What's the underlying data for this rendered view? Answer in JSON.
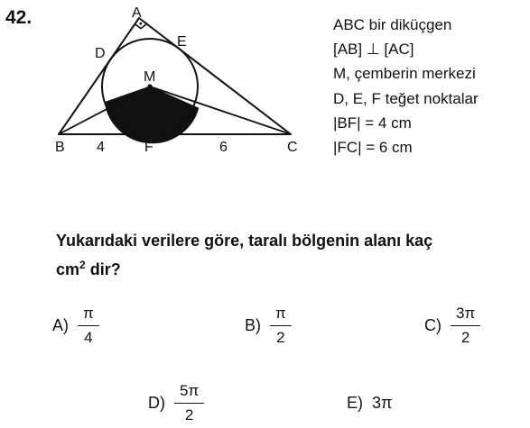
{
  "question": {
    "number": "42.",
    "figure_labels": {
      "A": "A",
      "B": "B",
      "C": "C",
      "D": "D",
      "E": "E",
      "F": "F",
      "M": "M",
      "len_bf": "4",
      "len_fc": "6"
    },
    "givens": [
      "ABC bir diküçgen",
      "[AB] ⊥ [AC]",
      "M, çemberin merkezi",
      "D, E, F teğet noktalar",
      "|BF| = 4 cm",
      "|FC| = 6 cm"
    ],
    "prompt_main": "Yukarıdaki verilere göre, taralı bölgenin alanı kaç",
    "prompt_unit": "cm",
    "prompt_exp": "2",
    "prompt_end": " dir?"
  },
  "options": {
    "a": {
      "label": "A)",
      "num": "π",
      "den": "4"
    },
    "b": {
      "label": "B)",
      "num": "π",
      "den": "2"
    },
    "c": {
      "label": "C)",
      "num": "3π",
      "den": "2"
    },
    "d": {
      "label": "D)",
      "num": "5π",
      "den": "2"
    },
    "e": {
      "label": "E)",
      "value": "3π"
    }
  }
}
